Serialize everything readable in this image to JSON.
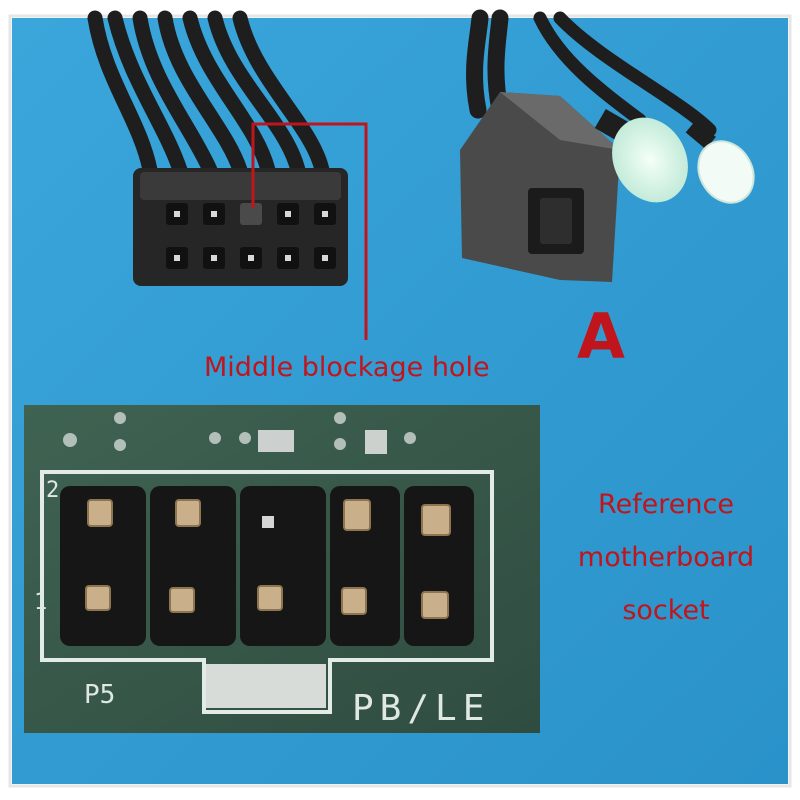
{
  "labels": {
    "caption": "Middle blockage hole",
    "variant": "A",
    "reference": [
      "Reference",
      "motherboard",
      "socket"
    ]
  },
  "silkscreen": {
    "designator": "P5",
    "header_name": "PB/LE",
    "pin_2": "2",
    "pin_1": "1"
  },
  "colors": {
    "annotation": "#c0151c",
    "background": "#2a99cf",
    "pcb": "#3b5a4c",
    "connector": "#262626"
  }
}
